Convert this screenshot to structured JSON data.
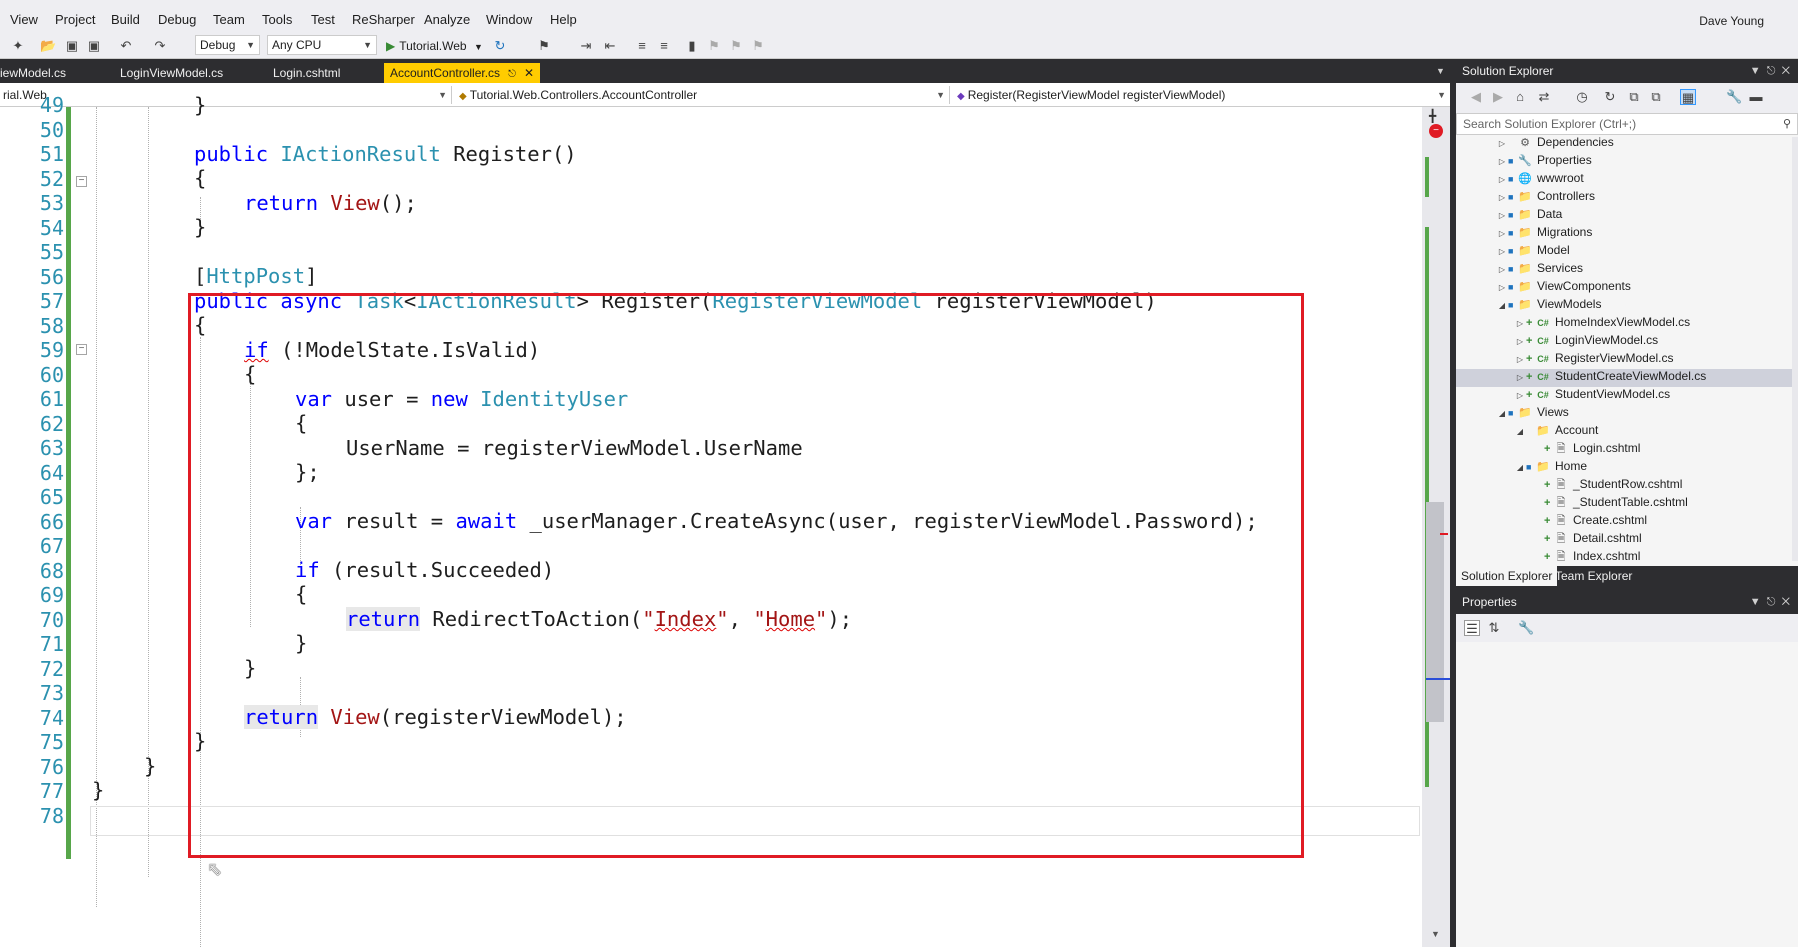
{
  "window": {
    "user_name": "Dave Young"
  },
  "menu": [
    "View",
    "Project",
    "Build",
    "Debug",
    "Team",
    "Tools",
    "Test",
    "ReSharper",
    "Analyze",
    "Window",
    "Help"
  ],
  "toolbar": {
    "configuration": "Debug",
    "platform": "Any CPU",
    "start_target": "Tutorial.Web"
  },
  "tabs": [
    {
      "label": "iewModel.cs"
    },
    {
      "label": "LoginViewModel.cs"
    },
    {
      "label": "Login.cshtml"
    },
    {
      "label": "AccountController.cs",
      "active": true
    }
  ],
  "navbar": {
    "project": "rial.Web",
    "class": "Tutorial.Web.Controllers.AccountController",
    "member": "Register(RegisterViewModel registerViewModel)"
  },
  "editor": {
    "line_numbers": [
      "49",
      "50",
      "51",
      "52",
      "53",
      "54",
      "55",
      "56",
      "57",
      "58",
      "59",
      "60",
      "61",
      "62",
      "63",
      "64",
      "65",
      "66",
      "67",
      "68",
      "69",
      "70",
      "71",
      "72",
      "73",
      "74",
      "75",
      "76",
      "77",
      "78"
    ],
    "lines": {
      "l49": "}",
      "l51_kw": "public",
      "l51_ty": "IActionResult",
      "l51_rest": "Register()",
      "l52": "{",
      "l53_kw": "return",
      "l53_fn": "View",
      "l53_rest": "();",
      "l54": "}",
      "l56_open": "[",
      "l56_ty": "HttpPost",
      "l56_close": "]",
      "l57_kw1": "public",
      "l57_kw2": "async",
      "l57_ty1": "Task",
      "l57_lt": "<",
      "l57_ty2": "IActionResult",
      "l57_mid": "> Register(",
      "l57_ty3": "RegisterViewModel",
      "l57_rest": "registerViewModel)",
      "l58": "{",
      "l59_kw": "if",
      "l59_rest": "(!ModelState.IsValid)",
      "l60": "{",
      "l61_kw1": "var",
      "l61_mid": "user =",
      "l61_kw2": "new",
      "l61_ty": "IdentityUser",
      "l62": "{",
      "l63": "UserName = registerViewModel.UserName",
      "l64": "};",
      "l66_kw1": "var",
      "l66_mid": "result =",
      "l66_kw2": "await",
      "l66_rest": "_userManager.CreateAsync(user, registerViewModel.Password);",
      "l68_kw": "if",
      "l68_rest": "(result.Succeeded)",
      "l69": "{",
      "l70_kw": "return",
      "l70_fn": "RedirectToAction(",
      "l70_q1": "\"",
      "l70_s1": "Index",
      "l70_q2": "\"",
      "l70_comma": ", ",
      "l70_q3": "\"",
      "l70_s2": "Home",
      "l70_q4": "\"",
      "l70_end": ");",
      "l71": "}",
      "l72": "}",
      "l74_kw": "return",
      "l74_fn": "View",
      "l74_rest": "(registerViewModel);",
      "l75": "}",
      "l76": "}",
      "l77": "}"
    }
  },
  "solution_explorer": {
    "title": "Solution Explorer",
    "search_placeholder": "Search Solution Explorer (Ctrl+;)",
    "items": [
      {
        "label": "Dependencies"
      },
      {
        "label": "Properties"
      },
      {
        "label": "wwwroot"
      },
      {
        "label": "Controllers"
      },
      {
        "label": "Data"
      },
      {
        "label": "Migrations"
      },
      {
        "label": "Model"
      },
      {
        "label": "Services"
      },
      {
        "label": "ViewComponents"
      },
      {
        "label": "ViewModels"
      },
      {
        "label": "HomeIndexViewModel.cs"
      },
      {
        "label": "LoginViewModel.cs"
      },
      {
        "label": "RegisterViewModel.cs",
        "selected": true
      },
      {
        "label": "StudentCreateViewModel.cs"
      },
      {
        "label": "StudentViewModel.cs"
      },
      {
        "label": "Views"
      },
      {
        "label": "Account"
      },
      {
        "label": "Login.cshtml"
      },
      {
        "label": "Home"
      },
      {
        "label": "_StudentRow.cshtml"
      },
      {
        "label": "_StudentTable.cshtml"
      },
      {
        "label": "Create.cshtml"
      },
      {
        "label": "Detail.cshtml"
      },
      {
        "label": "Index.cshtml"
      }
    ],
    "bottom_tabs": [
      "Solution Explorer",
      "Team Explorer"
    ]
  },
  "properties": {
    "title": "Properties"
  },
  "colors": {
    "accent_tab": "#ffcc00",
    "highlight_box": "#e01b24",
    "change_bar": "#57a64a"
  }
}
